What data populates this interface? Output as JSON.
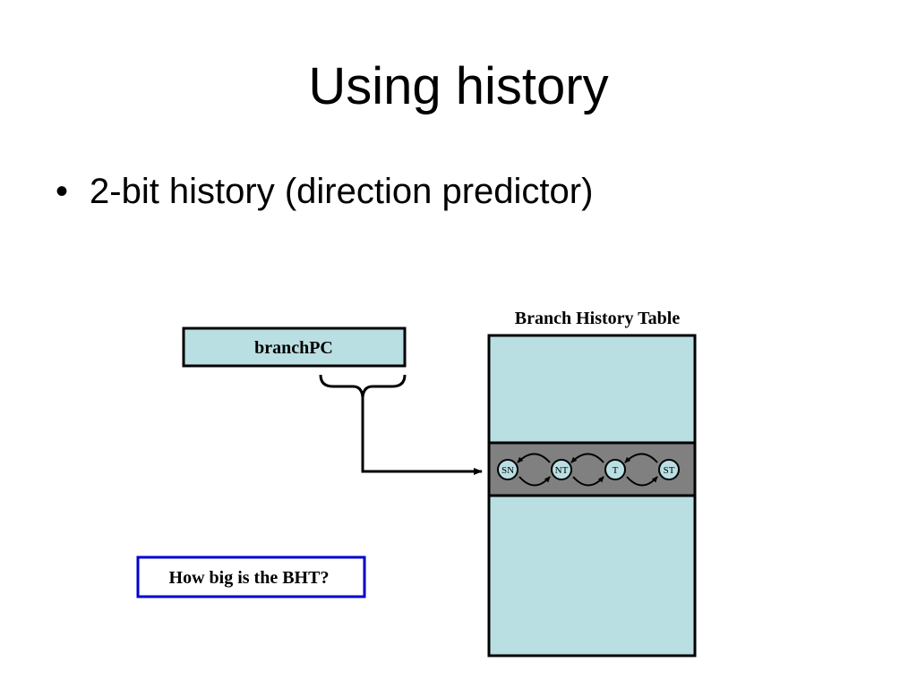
{
  "slide": {
    "title": "Using history",
    "bullets": [
      {
        "marker": "•",
        "text": "2-bit history (direction predictor)"
      }
    ]
  },
  "diagram": {
    "branch_pc_label": "branchPC",
    "bht_title": "Branch History Table",
    "states": [
      "SN",
      "NT",
      "T",
      "ST"
    ],
    "question": "How big is the BHT?",
    "colors": {
      "fill_light": "#b9dfe3",
      "row_fill": "#808080",
      "stroke": "#000000",
      "question_border": "#0000cc"
    }
  }
}
